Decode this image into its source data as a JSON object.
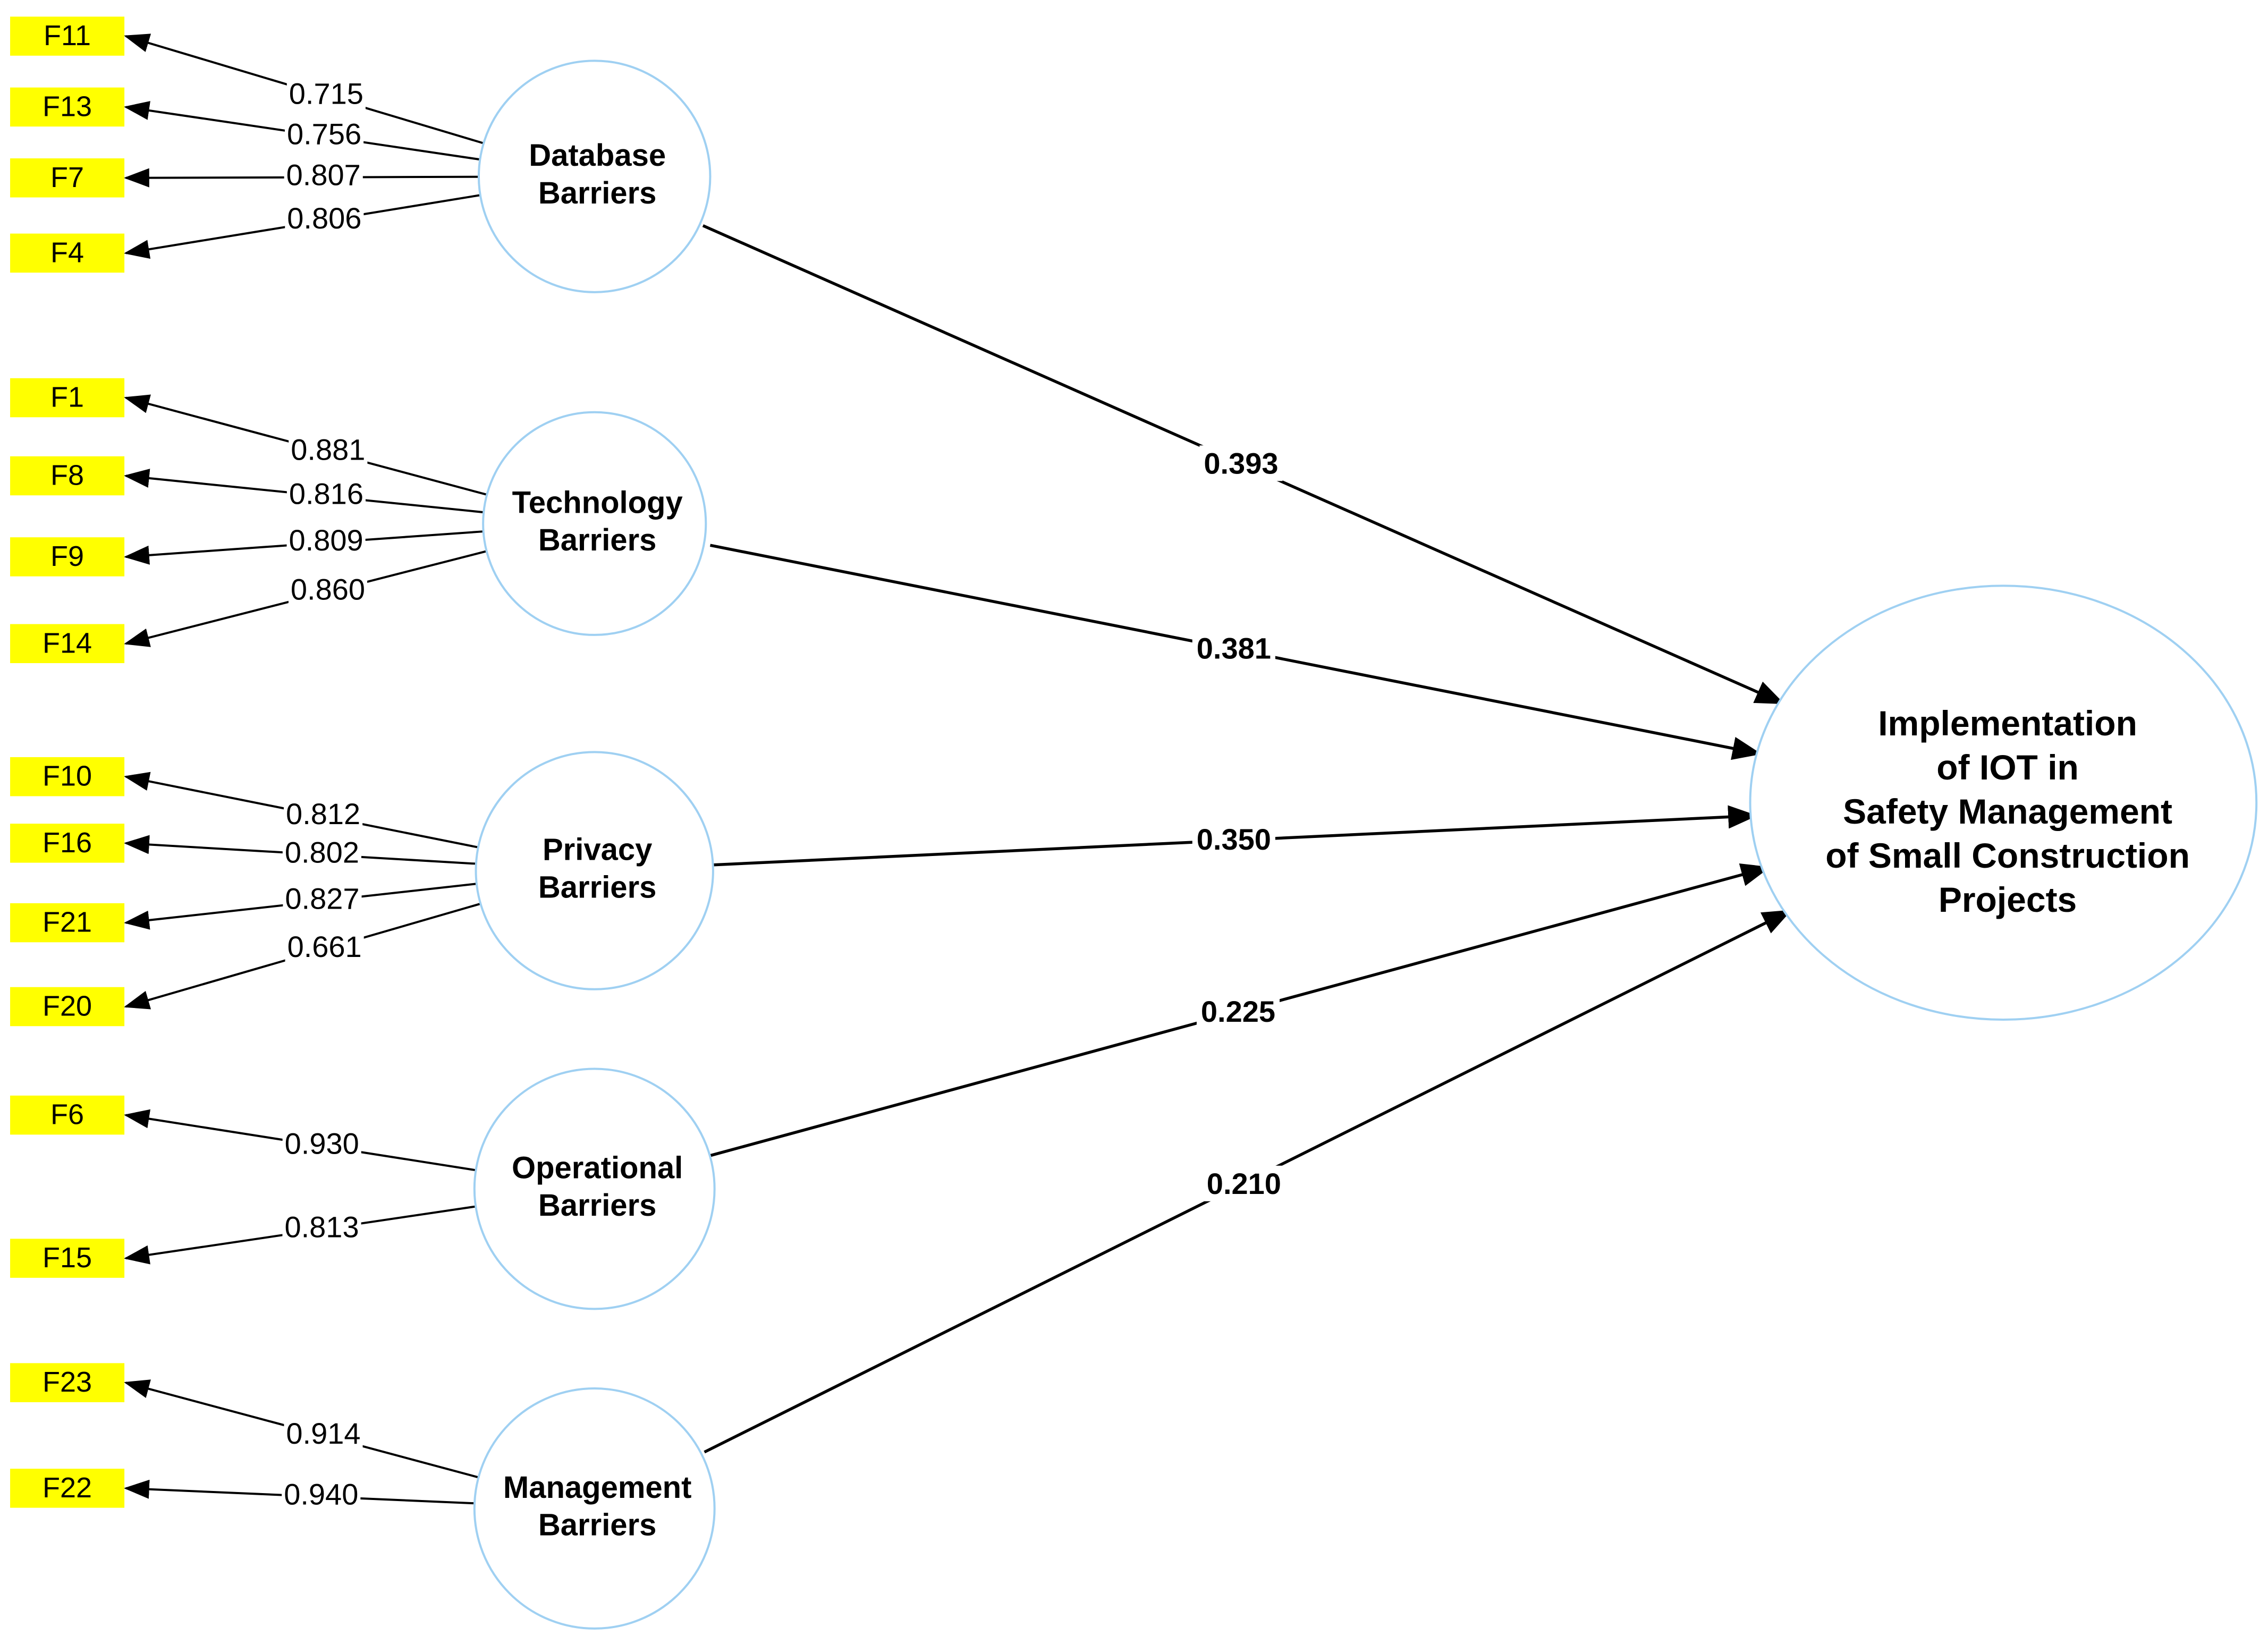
{
  "latents": [
    {
      "id": "database",
      "lines": [
        "Database",
        "Barriers"
      ]
    },
    {
      "id": "technology",
      "lines": [
        "Technology",
        "Barriers"
      ]
    },
    {
      "id": "privacy",
      "lines": [
        "Privacy",
        "Barriers"
      ]
    },
    {
      "id": "operational",
      "lines": [
        "Operational",
        "Barriers"
      ]
    },
    {
      "id": "management",
      "lines": [
        "Management",
        "Barriers"
      ]
    }
  ],
  "outcome": {
    "lines": [
      "Implementation",
      "of IOT in",
      "Safety Management",
      "of Small Construction",
      "Projects"
    ]
  },
  "indicators": [
    {
      "label": "F11",
      "latent": "database",
      "loading": "0.715"
    },
    {
      "label": "F13",
      "latent": "database",
      "loading": "0.756"
    },
    {
      "label": "F7",
      "latent": "database",
      "loading": "0.807"
    },
    {
      "label": "F4",
      "latent": "database",
      "loading": "0.806"
    },
    {
      "label": "F1",
      "latent": "technology",
      "loading": "0.881"
    },
    {
      "label": "F8",
      "latent": "technology",
      "loading": "0.816"
    },
    {
      "label": "F9",
      "latent": "technology",
      "loading": "0.809"
    },
    {
      "label": "F14",
      "latent": "technology",
      "loading": "0.860"
    },
    {
      "label": "F10",
      "latent": "privacy",
      "loading": "0.812"
    },
    {
      "label": "F16",
      "latent": "privacy",
      "loading": "0.802"
    },
    {
      "label": "F21",
      "latent": "privacy",
      "loading": "0.827"
    },
    {
      "label": "F20",
      "latent": "privacy",
      "loading": "0.661"
    },
    {
      "label": "F6",
      "latent": "operational",
      "loading": "0.930"
    },
    {
      "label": "F15",
      "latent": "operational",
      "loading": "0.813"
    },
    {
      "label": "F23",
      "latent": "management",
      "loading": "0.914"
    },
    {
      "label": "F22",
      "latent": "management",
      "loading": "0.940"
    }
  ],
  "paths": [
    {
      "from": "database",
      "coefficient": "0.393"
    },
    {
      "from": "technology",
      "coefficient": "0.381"
    },
    {
      "from": "privacy",
      "coefficient": "0.350"
    },
    {
      "from": "operational",
      "coefficient": "0.225"
    },
    {
      "from": "management",
      "coefficient": "0.210"
    }
  ],
  "colors": {
    "indicator_fill": "#ffff00",
    "circle_stroke": "#9fd0f2",
    "arrow": "#000000"
  }
}
